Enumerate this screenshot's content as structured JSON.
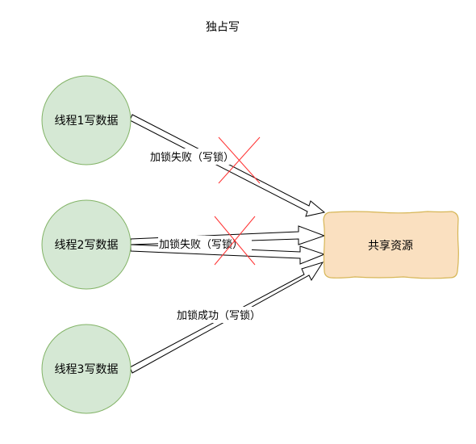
{
  "title": "独占写",
  "threads": [
    {
      "label": "线程1写数据"
    },
    {
      "label": "线程2写数据"
    },
    {
      "label": "线程3写数据"
    }
  ],
  "resource": {
    "label": "共享资源"
  },
  "edges": [
    {
      "label": "加锁失败（写锁）",
      "status": "failed"
    },
    {
      "label": "加锁失败（写锁）",
      "status": "failed"
    },
    {
      "label": "加锁成功（写锁）",
      "status": "success"
    }
  ],
  "colors": {
    "thread_fill": "#d5e8d4",
    "thread_stroke": "#82b366",
    "resource_fill": "#fae0c0",
    "resource_stroke": "#d6b656",
    "arrow_stroke": "#000000",
    "cross": "#ff3333"
  }
}
